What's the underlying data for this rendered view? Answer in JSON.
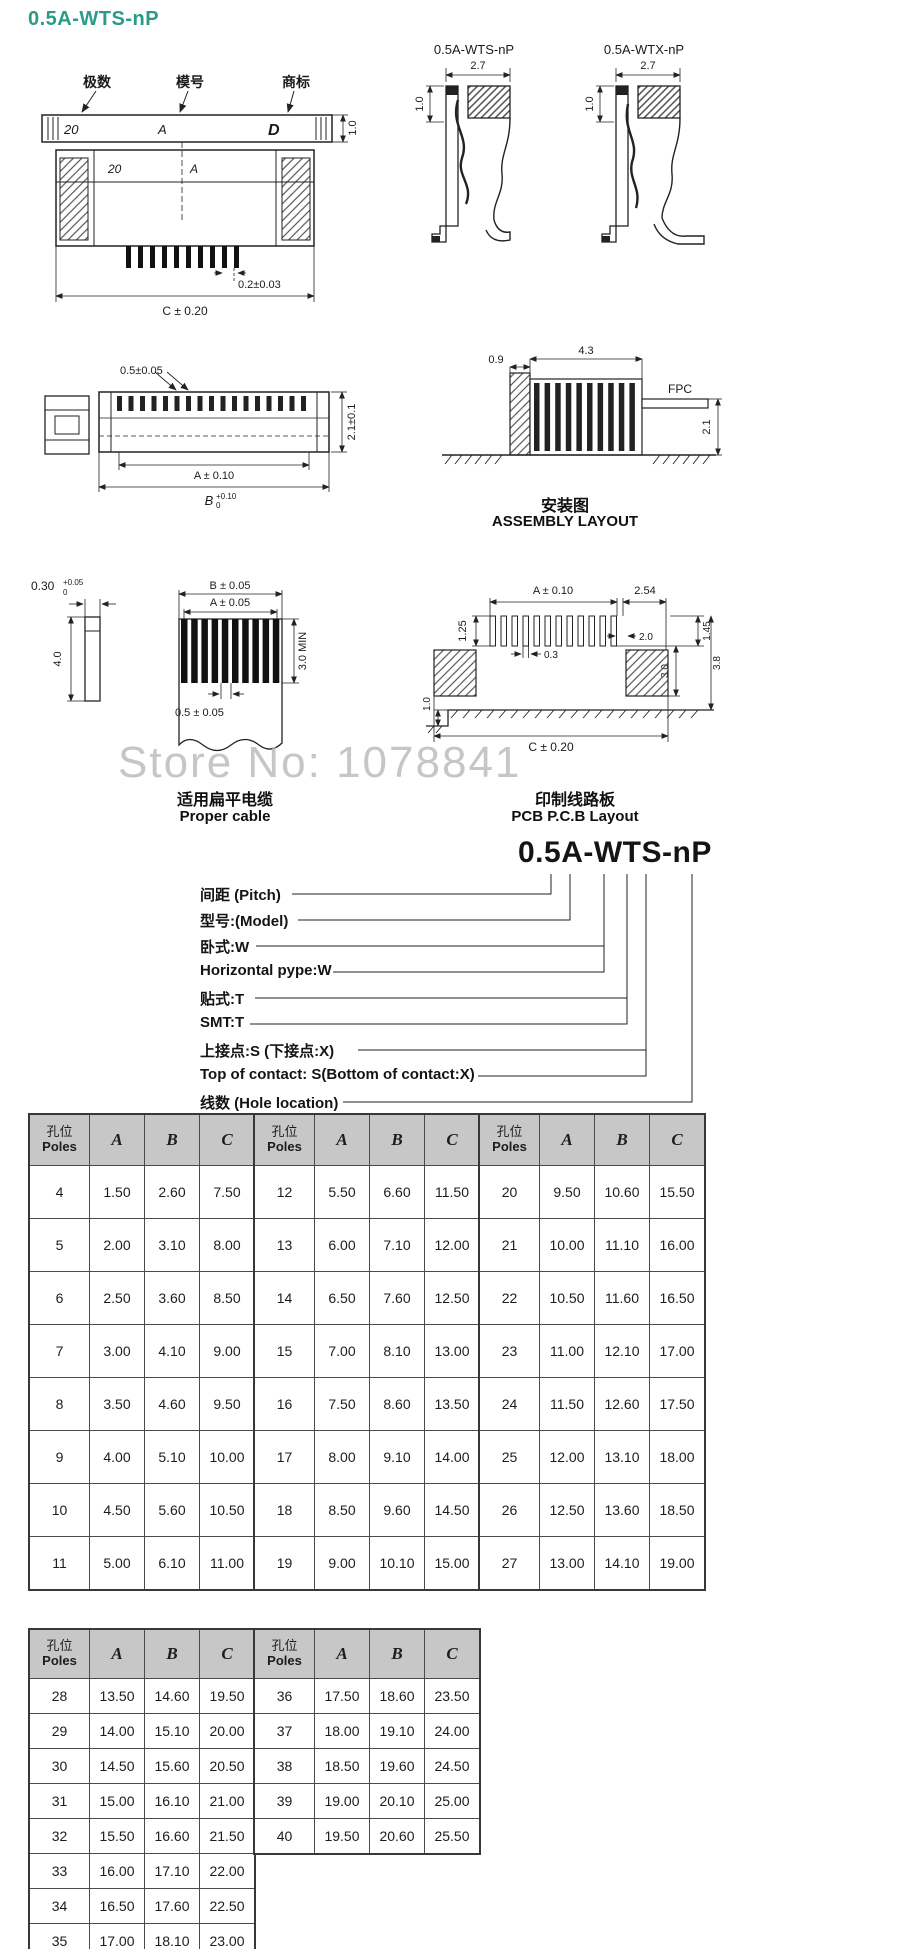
{
  "page": {
    "title": "0.5A-WTS-nP",
    "watermark": "Store No: 1078841"
  },
  "drawings": {
    "front_view": {
      "callout_poles": "极数",
      "callout_model": "模号",
      "callout_brand": "商标",
      "marking_poles": "20",
      "marking_model": "A",
      "brand_logo": "D",
      "dim_right": "1.0",
      "dim_width": "C ± 0.20",
      "dim_pin": "0.2±0.03"
    },
    "side_wts": {
      "label": "0.5A-WTS-nP",
      "dim_w": "2.7",
      "dim_h": "1.0"
    },
    "side_wtx": {
      "label": "0.5A-WTX-nP",
      "dim_w": "2.7",
      "dim_h": "1.0"
    },
    "top_view": {
      "dim_pitch": "0.5±0.05",
      "dim_a": "A ± 0.10",
      "dim_b": "B",
      "dim_b_sup": "+0.10",
      "dim_b_sub": "0",
      "dim_height": "2.1±0.1"
    },
    "assembly": {
      "dim_step": "0.9",
      "dim_len": "4.3",
      "fpc_label": "FPC",
      "dim_height": "2.1",
      "caption_zh": "安装图",
      "caption_en": "ASSEMBLY LAYOUT"
    },
    "cable": {
      "dim_t": "0.30",
      "dim_t_sup": "+0.05",
      "dim_t_sub": "0",
      "dim_len": "4.0",
      "dim_b": "B ± 0.05",
      "dim_a": "A ± 0.05",
      "dim_min": "3.0 MIN",
      "dim_pitch": "0.5 ± 0.05",
      "caption_zh": "适用扁平电缆",
      "caption_en": "Proper cable"
    },
    "pcb": {
      "dim_a": "A ± 0.10",
      "dim_254": "2.54",
      "dim_125": "1.25",
      "dim_03": "0.3",
      "dim_20": "2.0",
      "dim_145": "1.45",
      "dim_30": "3.0",
      "dim_38": "3.8",
      "dim_10": "1.0",
      "dim_c": "C ± 0.20",
      "caption_zh": "印制线路板",
      "caption_en": "PCB P.C.B Layout"
    }
  },
  "part_number": {
    "title": "0.5A-WTS-nP",
    "labels": [
      "间距 (Pitch)",
      "型号:(Model)",
      "卧式:W",
      "Horizontal pype:W",
      "贴式:T",
      "SMT:T",
      "上接点:S (下接点:X)",
      "Top of contact: S(Bottom of contact:X)",
      "线数 (Hole location)"
    ]
  },
  "tables": {
    "header": {
      "poles_zh": "孔位",
      "poles_en": "Poles",
      "col_a": "A",
      "col_b": "B",
      "col_c": "C"
    },
    "groups": [
      {
        "rows": [
          [
            "4",
            "1.50",
            "2.60",
            "7.50"
          ],
          [
            "5",
            "2.00",
            "3.10",
            "8.00"
          ],
          [
            "6",
            "2.50",
            "3.60",
            "8.50"
          ],
          [
            "7",
            "3.00",
            "4.10",
            "9.00"
          ],
          [
            "8",
            "3.50",
            "4.60",
            "9.50"
          ],
          [
            "9",
            "4.00",
            "5.10",
            "10.00"
          ],
          [
            "10",
            "4.50",
            "5.60",
            "10.50"
          ],
          [
            "11",
            "5.00",
            "6.10",
            "11.00"
          ]
        ]
      },
      {
        "rows": [
          [
            "12",
            "5.50",
            "6.60",
            "11.50"
          ],
          [
            "13",
            "6.00",
            "7.10",
            "12.00"
          ],
          [
            "14",
            "6.50",
            "7.60",
            "12.50"
          ],
          [
            "15",
            "7.00",
            "8.10",
            "13.00"
          ],
          [
            "16",
            "7.50",
            "8.60",
            "13.50"
          ],
          [
            "17",
            "8.00",
            "9.10",
            "14.00"
          ],
          [
            "18",
            "8.50",
            "9.60",
            "14.50"
          ],
          [
            "19",
            "9.00",
            "10.10",
            "15.00"
          ]
        ]
      },
      {
        "rows": [
          [
            "20",
            "9.50",
            "10.60",
            "15.50"
          ],
          [
            "21",
            "10.00",
            "11.10",
            "16.00"
          ],
          [
            "22",
            "10.50",
            "11.60",
            "16.50"
          ],
          [
            "23",
            "11.00",
            "12.10",
            "17.00"
          ],
          [
            "24",
            "11.50",
            "12.60",
            "17.50"
          ],
          [
            "25",
            "12.00",
            "13.10",
            "18.00"
          ],
          [
            "26",
            "12.50",
            "13.60",
            "18.50"
          ],
          [
            "27",
            "13.00",
            "14.10",
            "19.00"
          ]
        ]
      },
      {
        "rows": [
          [
            "28",
            "13.50",
            "14.60",
            "19.50"
          ],
          [
            "29",
            "14.00",
            "15.10",
            "20.00"
          ],
          [
            "30",
            "14.50",
            "15.60",
            "20.50"
          ],
          [
            "31",
            "15.00",
            "16.10",
            "21.00"
          ],
          [
            "32",
            "15.50",
            "16.60",
            "21.50"
          ],
          [
            "33",
            "16.00",
            "17.10",
            "22.00"
          ],
          [
            "34",
            "16.50",
            "17.60",
            "22.50"
          ],
          [
            "35",
            "17.00",
            "18.10",
            "23.00"
          ]
        ]
      },
      {
        "rows": [
          [
            "36",
            "17.50",
            "18.60",
            "23.50"
          ],
          [
            "37",
            "18.00",
            "19.10",
            "24.00"
          ],
          [
            "38",
            "18.50",
            "19.60",
            "24.50"
          ],
          [
            "39",
            "19.00",
            "20.10",
            "25.00"
          ],
          [
            "40",
            "19.50",
            "20.60",
            "25.50"
          ]
        ]
      }
    ]
  }
}
